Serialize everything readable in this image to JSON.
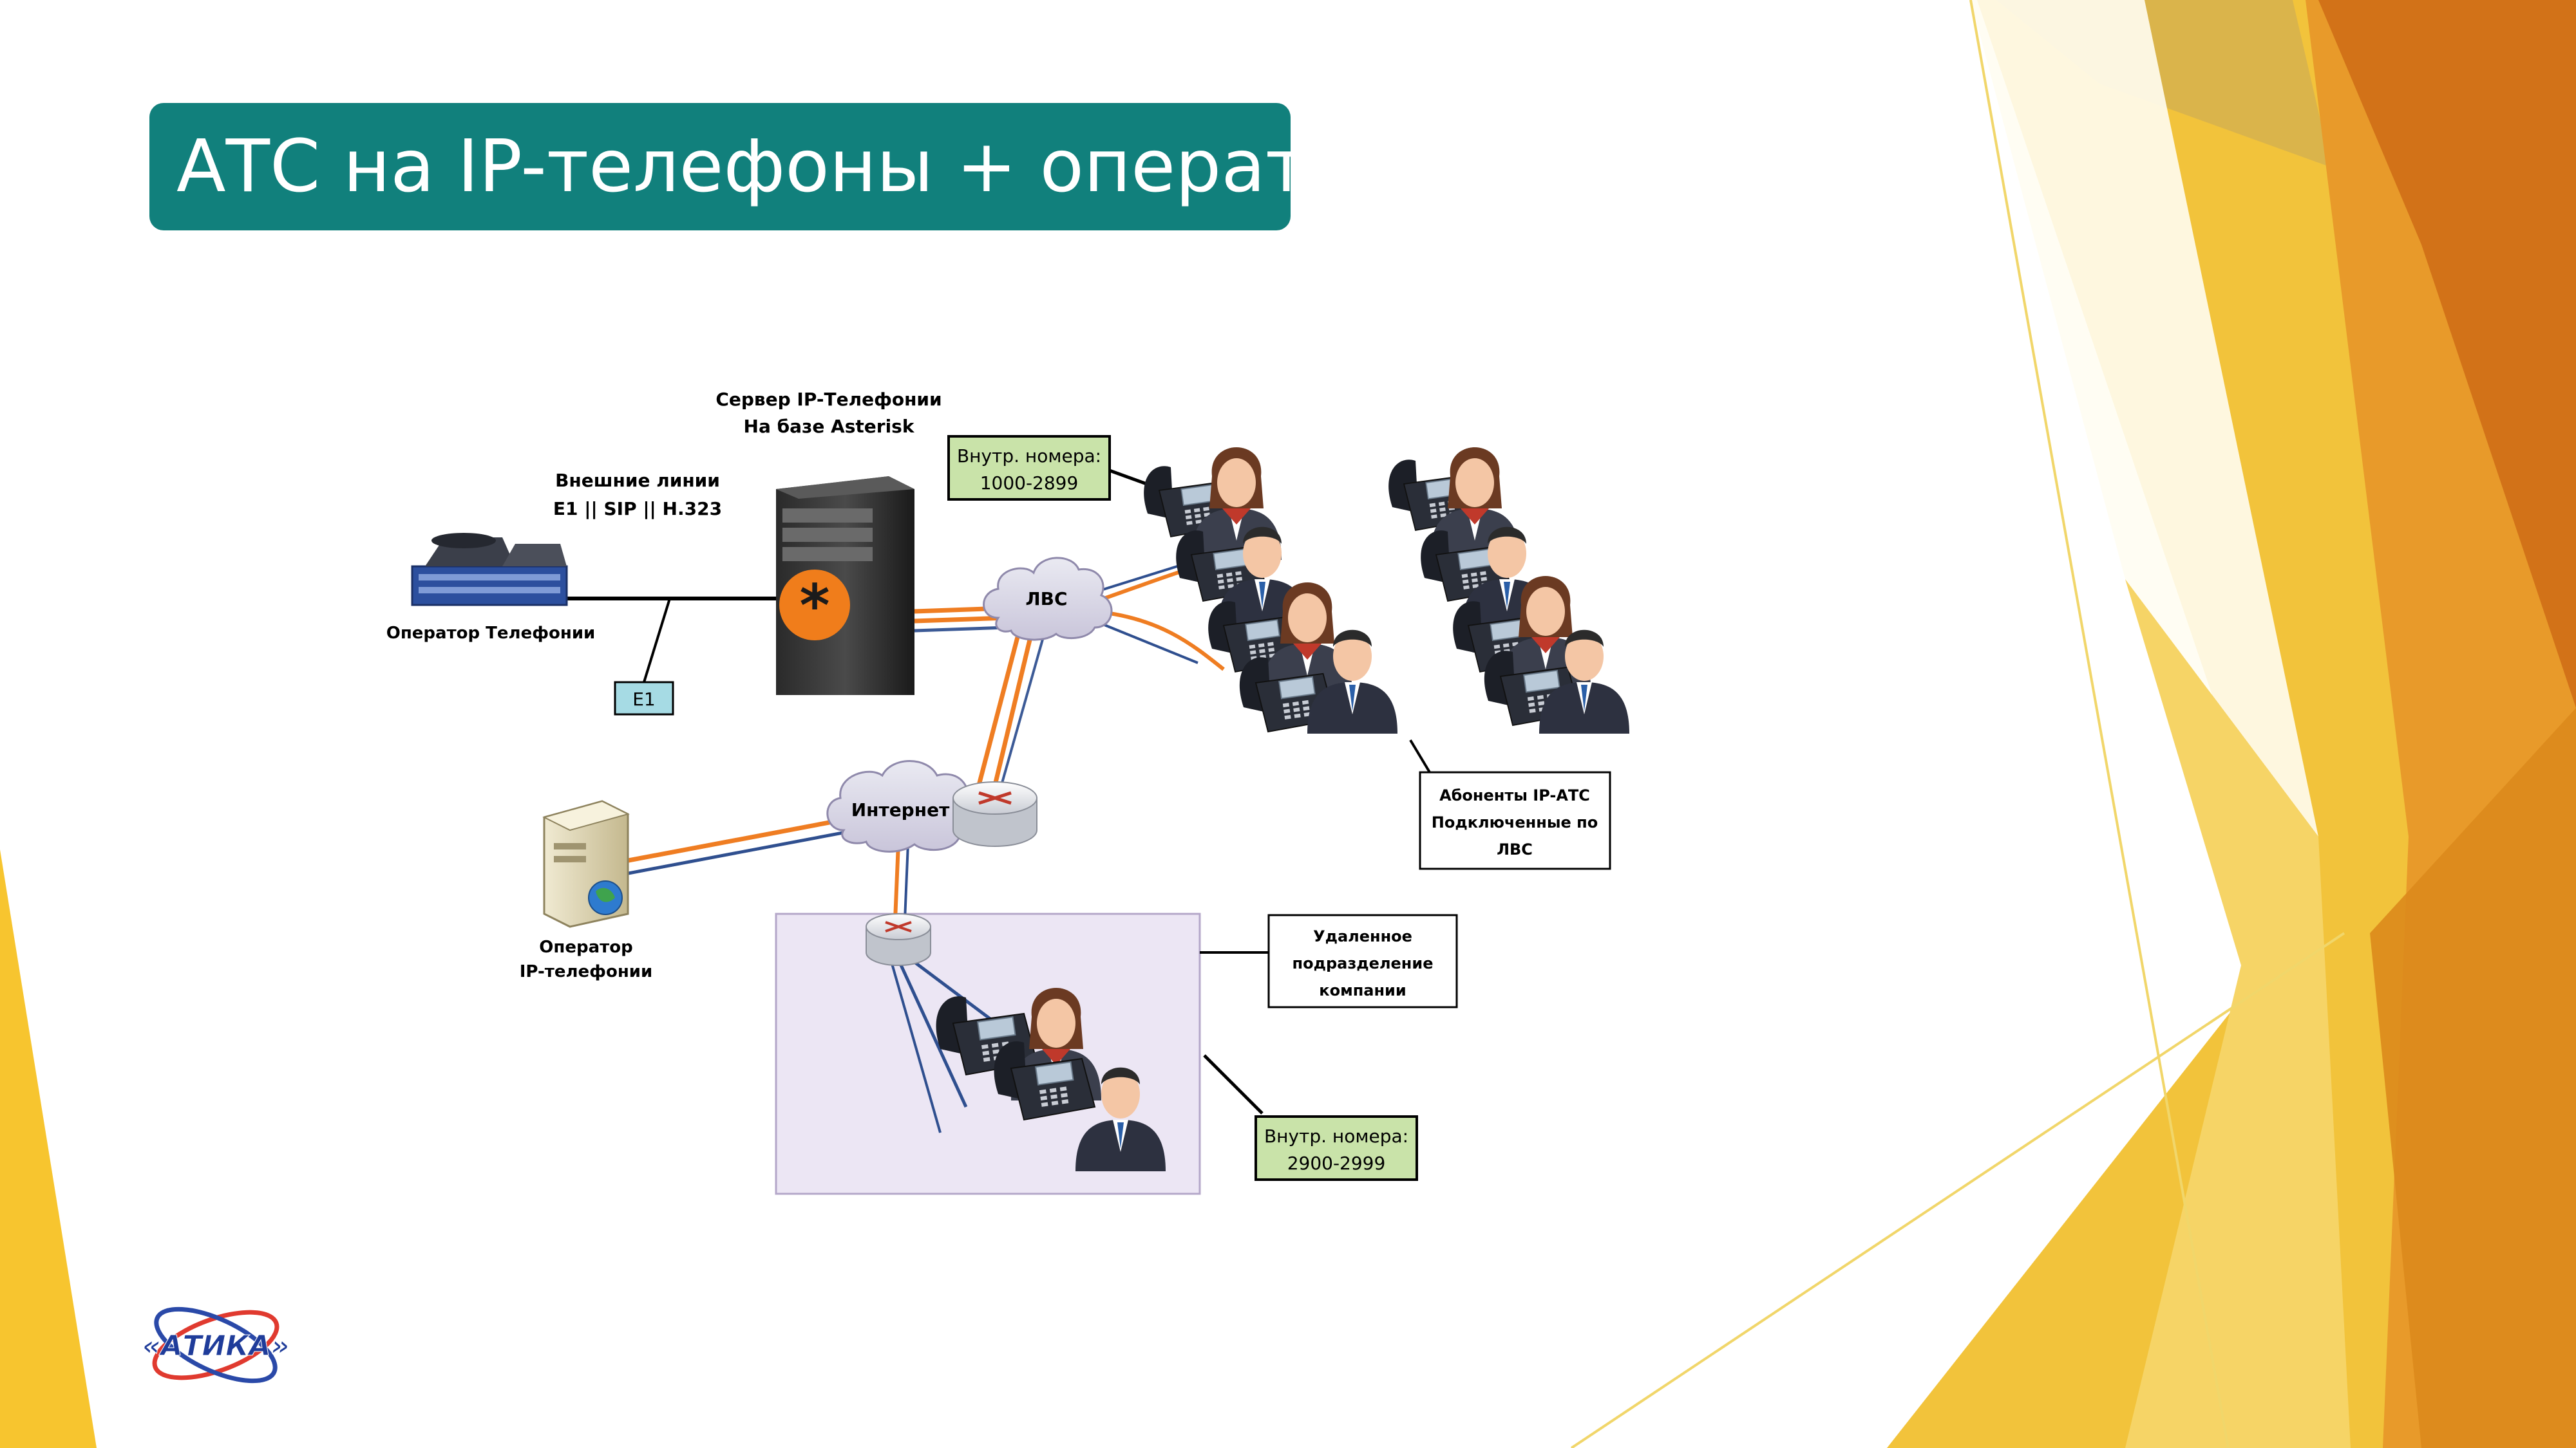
{
  "slide": {
    "title": "АТС на IP-телефоны + оператор"
  },
  "diagram": {
    "server_label_1": "Сервер IP-Телефонии",
    "server_label_2": "На базе Asterisk",
    "external_lines_1": "Внешние линии",
    "external_lines_2": "E1 || SIP || H.323",
    "telco_operator": "Оператор Телефонии",
    "e1_tag": "E1",
    "lan_cloud": "ЛВС",
    "internet_cloud": "Интернет",
    "ip_operator_1": "Оператор",
    "ip_operator_2": "IP-телефонии",
    "ext_numbers_main_1": "Внутр. номера:",
    "ext_numbers_main_2": "1000-2899",
    "subscribers_1": "Абоненты IP-АТС",
    "subscribers_2": "Подключенные по",
    "subscribers_3": "ЛВС",
    "remote_1": "Удаленное",
    "remote_2": "подразделение",
    "remote_3": "компании",
    "ext_numbers_remote_1": "Внутр. номера:",
    "ext_numbers_remote_2": "2900-2999"
  },
  "logo": {
    "text": "«АТИКА»"
  },
  "colors": {
    "title_bg": "#11807c",
    "orange_link": "#ef7d22",
    "blue_link": "#2f4f8f",
    "label_green": "#c9e3a9",
    "label_cyan": "#a6dbe4",
    "remote_bg": "#ece6f4"
  }
}
